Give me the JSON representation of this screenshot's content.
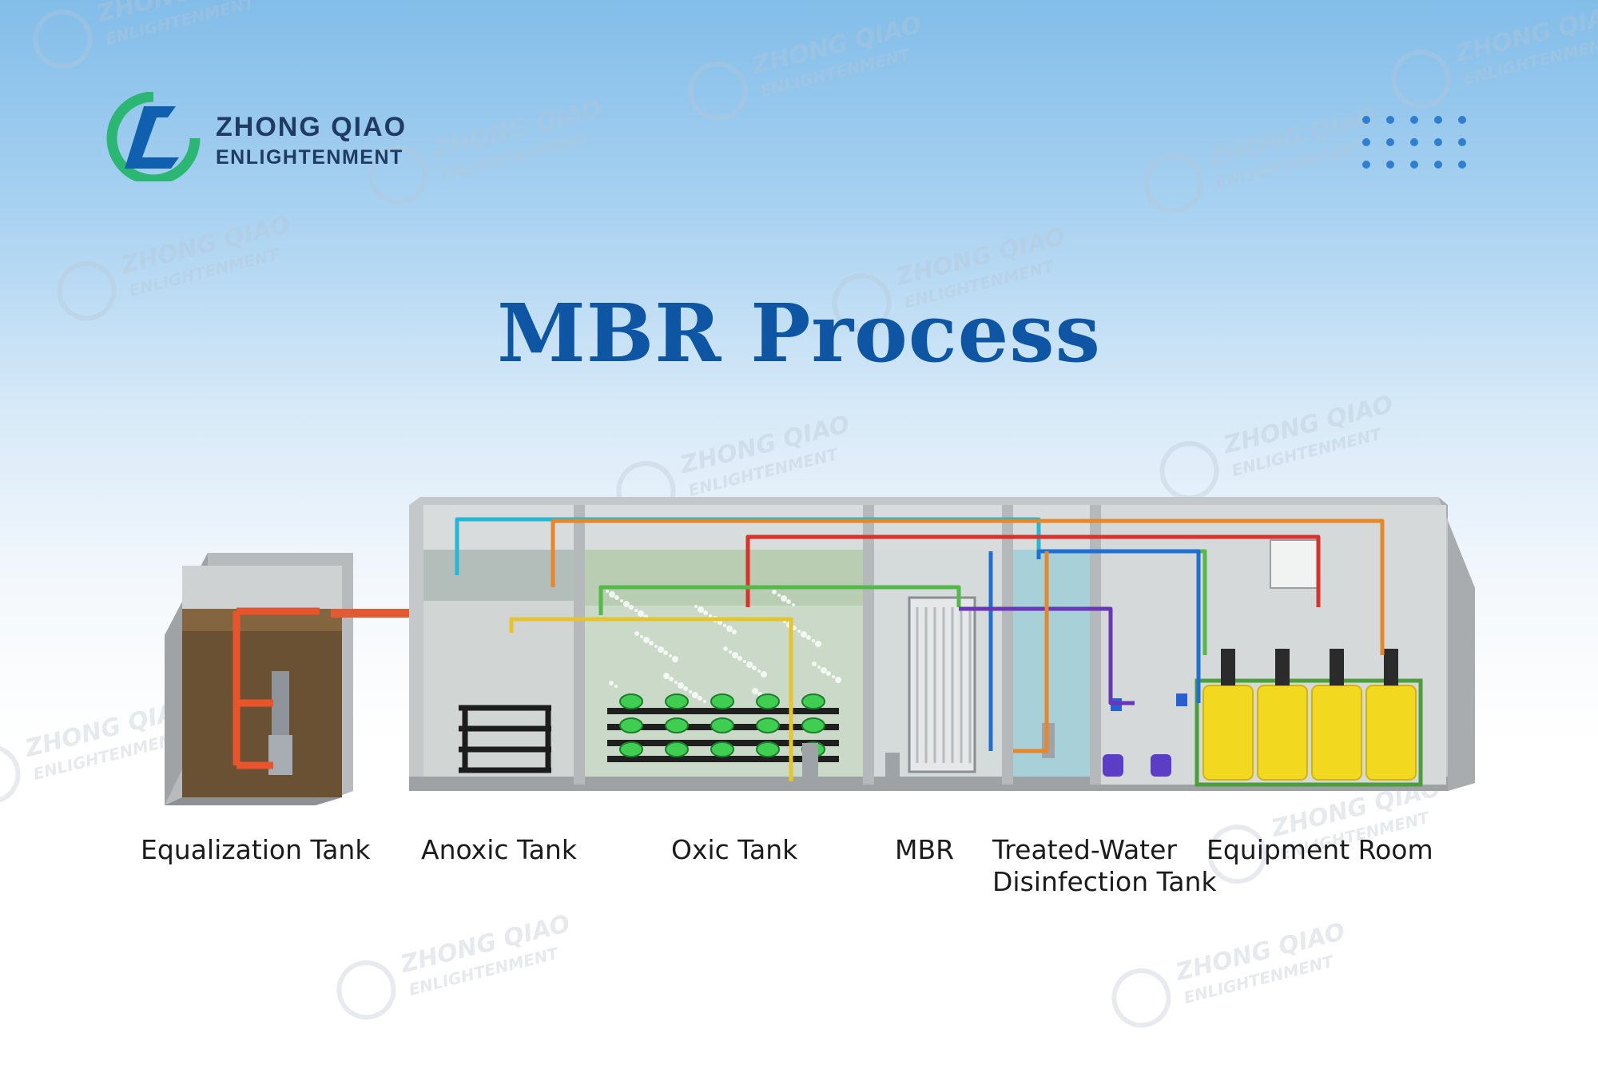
{
  "brand": {
    "name_line1": "ZHONG QIAO",
    "name_line2": "ENLIGHTENMENT",
    "colors": {
      "primary": "#1f3b63",
      "accent_green": "#2bb673",
      "accent_blue": "#1160b0"
    }
  },
  "title": "MBR  Process",
  "title_color": "#0e56a4",
  "labels": {
    "equalization": "Equalization Tank",
    "anoxic": "Anoxic Tank",
    "oxic": "Oxic Tank",
    "mbr": "MBR",
    "treated_line1": "Treated-Water",
    "treated_line2": "Disinfection Tank",
    "equipment": "Equipment Room"
  },
  "watermark": {
    "line1": "ZHONG QIAO",
    "line2": "ENLIGHTENMENT"
  },
  "pipe_colors": {
    "red": "#d9322b",
    "orange": "#e8862a",
    "cyan": "#28b7d3",
    "green": "#54b948",
    "yellow": "#e5c52f",
    "blue": "#1f6fd0",
    "purple": "#6a35b8"
  }
}
